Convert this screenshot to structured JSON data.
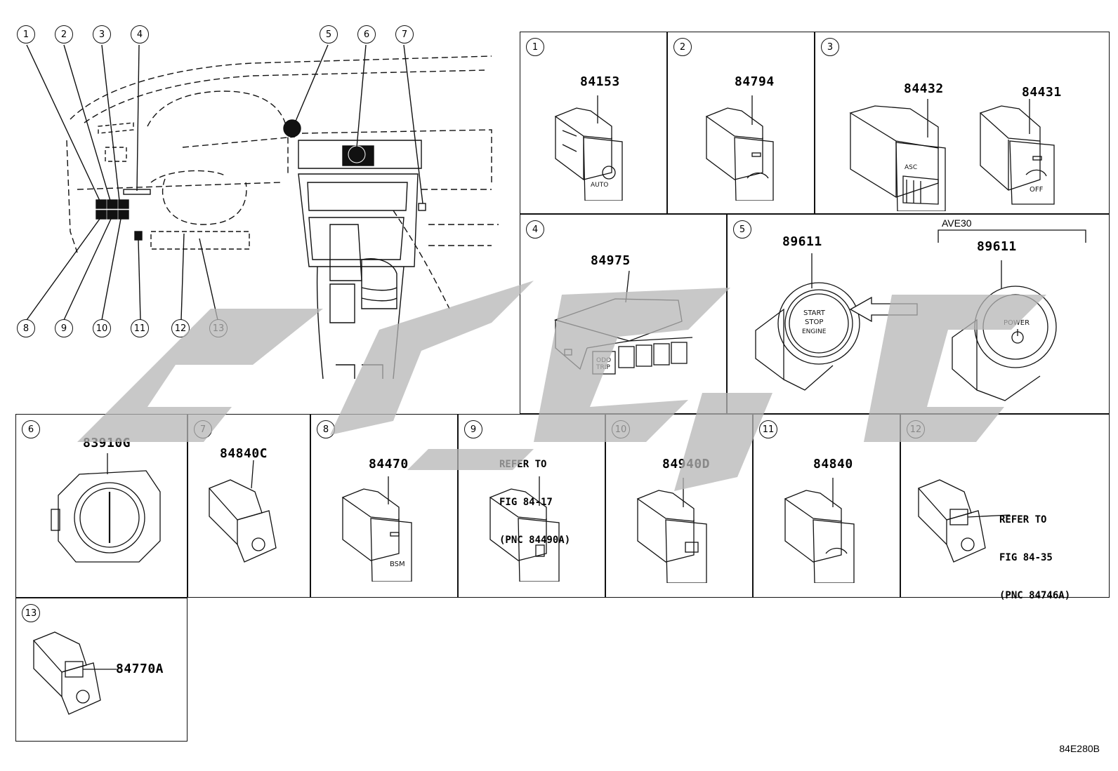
{
  "figure_code": "84E280B",
  "overview_callouts": [
    "1",
    "2",
    "3",
    "4",
    "5",
    "6",
    "7",
    "8",
    "9",
    "10",
    "11",
    "12",
    "13"
  ],
  "cells": {
    "c1": {
      "index": "1",
      "part": "84153"
    },
    "c2": {
      "index": "2",
      "part": "84794"
    },
    "c3": {
      "index": "3",
      "part_a": "84432",
      "part_b": "84431"
    },
    "c4": {
      "index": "4",
      "part": "84975"
    },
    "c5": {
      "index": "5",
      "part_a": "89611",
      "variant": "AVE30",
      "part_b": "89611",
      "button_a_text": [
        "START",
        "STOP",
        "ENGINE"
      ],
      "button_b_text": "POWER"
    },
    "c6": {
      "index": "6",
      "part": "83910G"
    },
    "c7": {
      "index": "7",
      "part": "84840C"
    },
    "c8": {
      "index": "8",
      "part": "84470",
      "icon_text": "BSM"
    },
    "c9": {
      "index": "9",
      "note": [
        "REFER TO",
        "FIG 84-17",
        "(PNC 84490A)"
      ]
    },
    "c10": {
      "index": "10",
      "part": "84940D"
    },
    "c11": {
      "index": "11",
      "part": "84840"
    },
    "c12": {
      "index": "12",
      "note": [
        "REFER TO",
        "FIG 84-35",
        "(PNC 84746A)"
      ]
    },
    "c13": {
      "index": "13",
      "part": "84770A"
    }
  },
  "cell4_labels": {
    "odo": [
      "ODO",
      "TRIP"
    ]
  },
  "cell3_labels": {
    "asc": "ASC",
    "off": "OFF"
  },
  "cell1_labels": {
    "auto": "AUTO"
  },
  "colors": {
    "line": "#111111",
    "watermark": "#c8c8c8"
  }
}
